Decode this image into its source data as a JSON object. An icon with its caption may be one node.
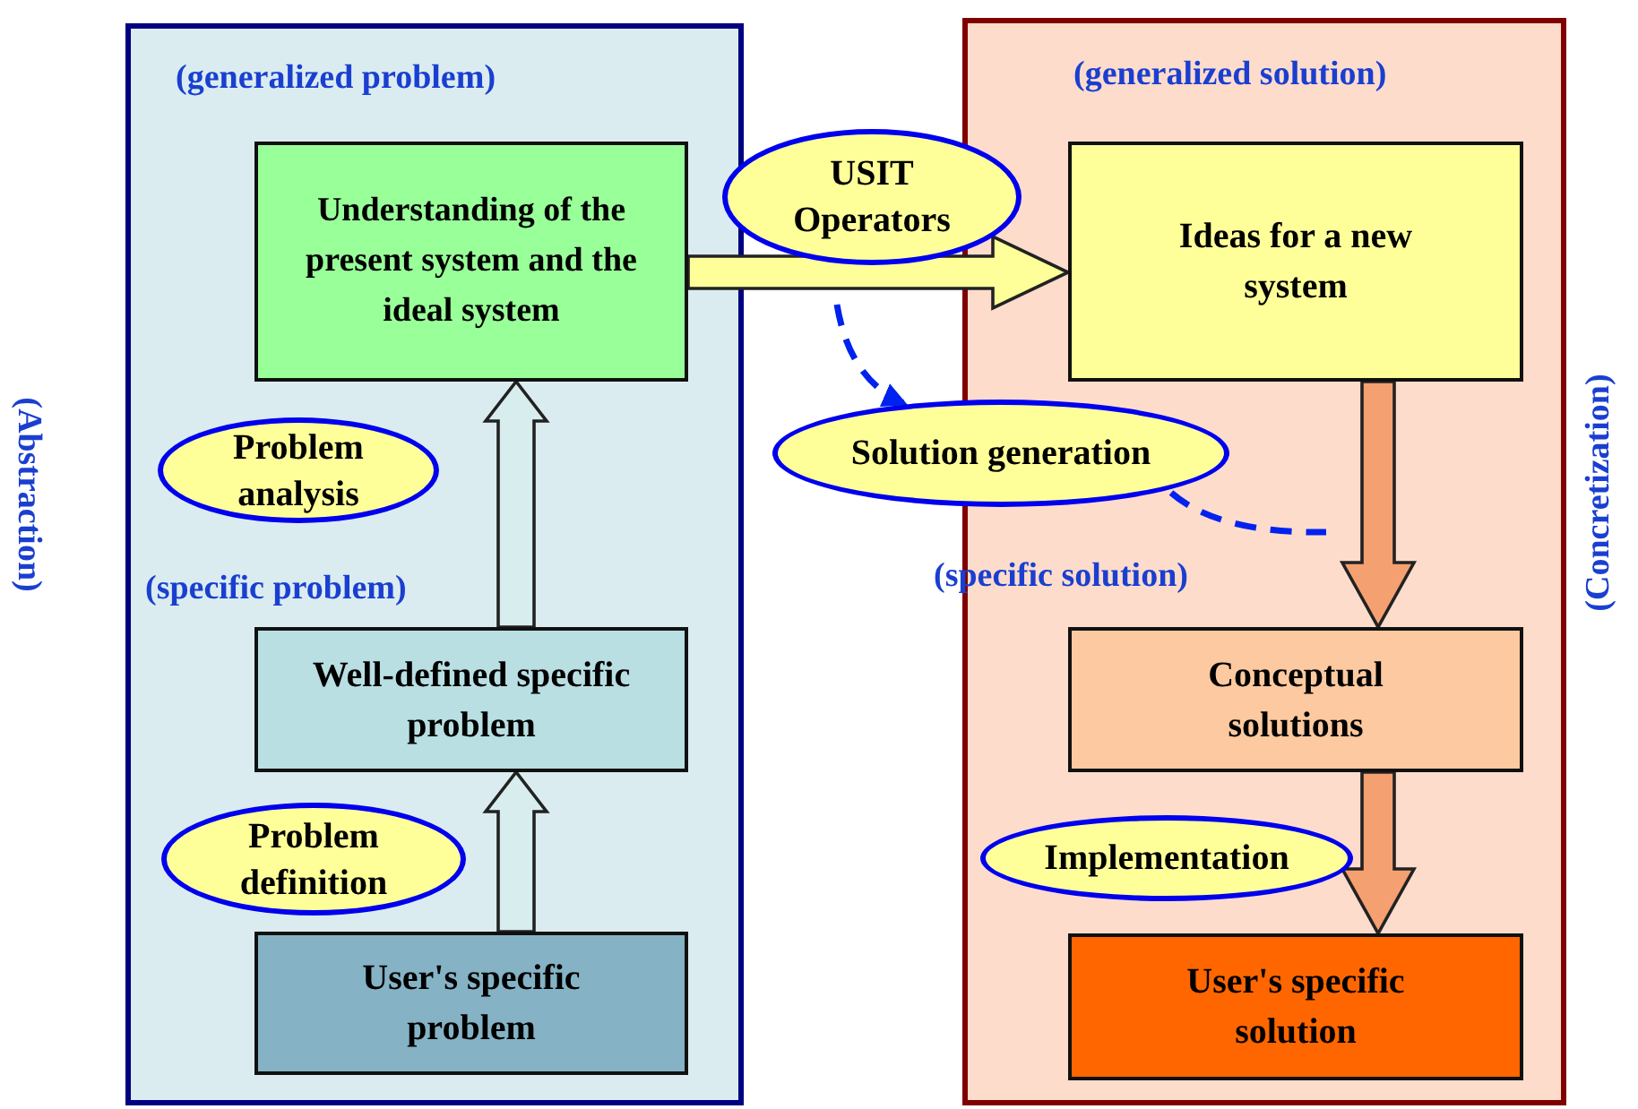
{
  "diagram": {
    "nodes": [
      {
        "text": [
          "(generalized problem)",
          "(specific problem)"
        ],
        "beside": [
          "(Abstraction)"
        ]
      },
      {
        "text": [
          "Understanding of the present system and the ideal system"
        ],
        "in": 0
      },
      {
        "text": [
          "Well-defined specific problem"
        ],
        "in": 0
      },
      {
        "text": [
          "User's specific problem"
        ],
        "in": 0
      },
      {
        "text": [
          "Problem analysis"
        ],
        "in": 0
      },
      {
        "text": [
          "Problem definition"
        ],
        "in": 0
      },
      {
        "text": [
          "(generalized solution)",
          "(specific solution)"
        ],
        "beside": [
          "(Concretization)"
        ]
      },
      {
        "text": [
          "Ideas for a new system"
        ],
        "in": 6
      },
      {
        "text": [
          "Conceptual solutions"
        ],
        "in": 6
      },
      {
        "text": [
          "User's specific solution"
        ],
        "in": 6
      },
      {
        "text": [
          "USIT Operators"
        ]
      },
      {
        "text": [
          "Solution generation"
        ]
      },
      {
        "text": [
          "Implementation"
        ],
        "in": 6
      }
    ],
    "edges": [
      {
        "from": 3,
        "to": 2,
        "arrow": "to",
        "style": "thick",
        "color": "#d8eeee"
      },
      {
        "from": 2,
        "to": 1,
        "arrow": "to",
        "style": "thick",
        "color": "#d8eeee"
      },
      {
        "from": 1,
        "to": 7,
        "arrow": "to",
        "style": "thick",
        "color": "#ffff99"
      },
      {
        "from": 7,
        "to": 8,
        "arrow": "to",
        "style": "thick",
        "color": "#f5a070"
      },
      {
        "from": 8,
        "to": 9,
        "arrow": "to",
        "style": "thick",
        "color": "#f5a070"
      },
      {
        "from": null,
        "to": 11,
        "arrow": "to",
        "style": "dashed",
        "color": "#0022ee"
      },
      {
        "from": 11,
        "to": null,
        "arrow": "none",
        "style": "dashed",
        "color": "#0022ee"
      }
    ]
  }
}
